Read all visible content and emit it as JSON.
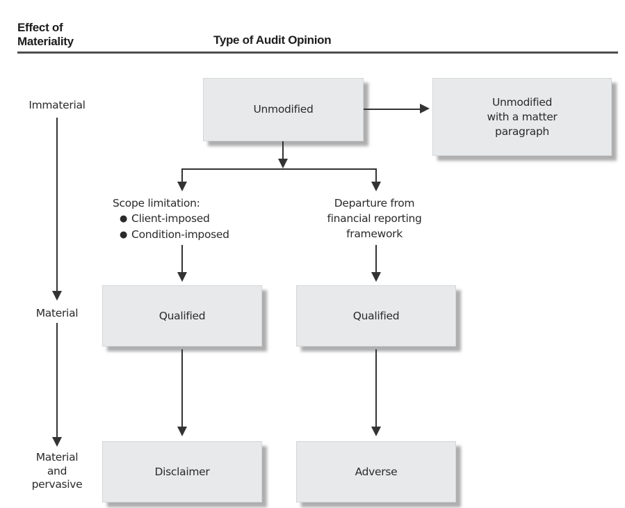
{
  "header": {
    "left_title": "Effect of\nMateriality",
    "main_title": "Type of Audit Opinion"
  },
  "axis": {
    "levels": [
      "Immaterial",
      "Material",
      "Material\nand\npervasive"
    ]
  },
  "nodes": {
    "unmodified": "Unmodified",
    "unmodified_matter": "Unmodified\nwith a matter\nparagraph",
    "qualified_scope": "Qualified",
    "qualified_departure": "Qualified",
    "disclaimer": "Disclaimer",
    "adverse": "Adverse"
  },
  "branches": {
    "scope": {
      "title": "Scope limitation:",
      "bullet_glyph": "●",
      "bullets": [
        "Client-imposed",
        "Condition-imposed"
      ]
    },
    "departure": {
      "text": "Departure from\nfinancial reporting\nframework"
    }
  },
  "colors": {
    "box_fill": "#e8e9ea",
    "box_border": "#d3d5d7",
    "box_shadow": "#6c6c6c",
    "line": "#333333",
    "header_rule": "#4e4e4e",
    "text": "#2a2a2a"
  }
}
